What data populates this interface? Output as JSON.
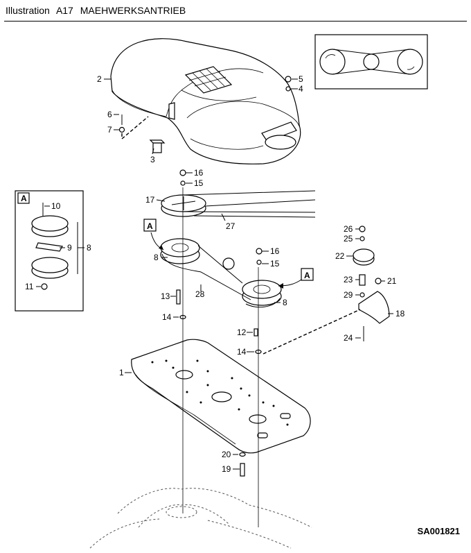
{
  "header": {
    "prefix": "Illustration",
    "code": "A17",
    "title": "MAEHWERKSANTRIEB"
  },
  "document_code": "SA001821",
  "callouts": {
    "c1": "1",
    "c2": "2",
    "c3": "3",
    "c4": "4",
    "c5": "5",
    "c6": "6",
    "c7": "7",
    "c8a": "8",
    "c8b": "8",
    "c8c": "8",
    "c9": "9",
    "c10": "10",
    "c11": "11",
    "c12": "12",
    "c13": "13",
    "c14a": "14",
    "c14b": "14",
    "c15a": "15",
    "c15b": "15",
    "c16a": "16",
    "c16b": "16",
    "c17": "17",
    "c18": "18",
    "c19": "19",
    "c20": "20",
    "c21": "21",
    "c22": "22",
    "c23": "23",
    "c24": "24",
    "c25": "25",
    "c26": "26",
    "c27": "27",
    "c28": "28",
    "c29": "29"
  },
  "detail_markers": {
    "inset": "A",
    "left": "A",
    "right": "A"
  },
  "icons": [
    "cover",
    "pulley",
    "belt",
    "gear",
    "bracket",
    "plate",
    "screw",
    "nut",
    "washer"
  ]
}
